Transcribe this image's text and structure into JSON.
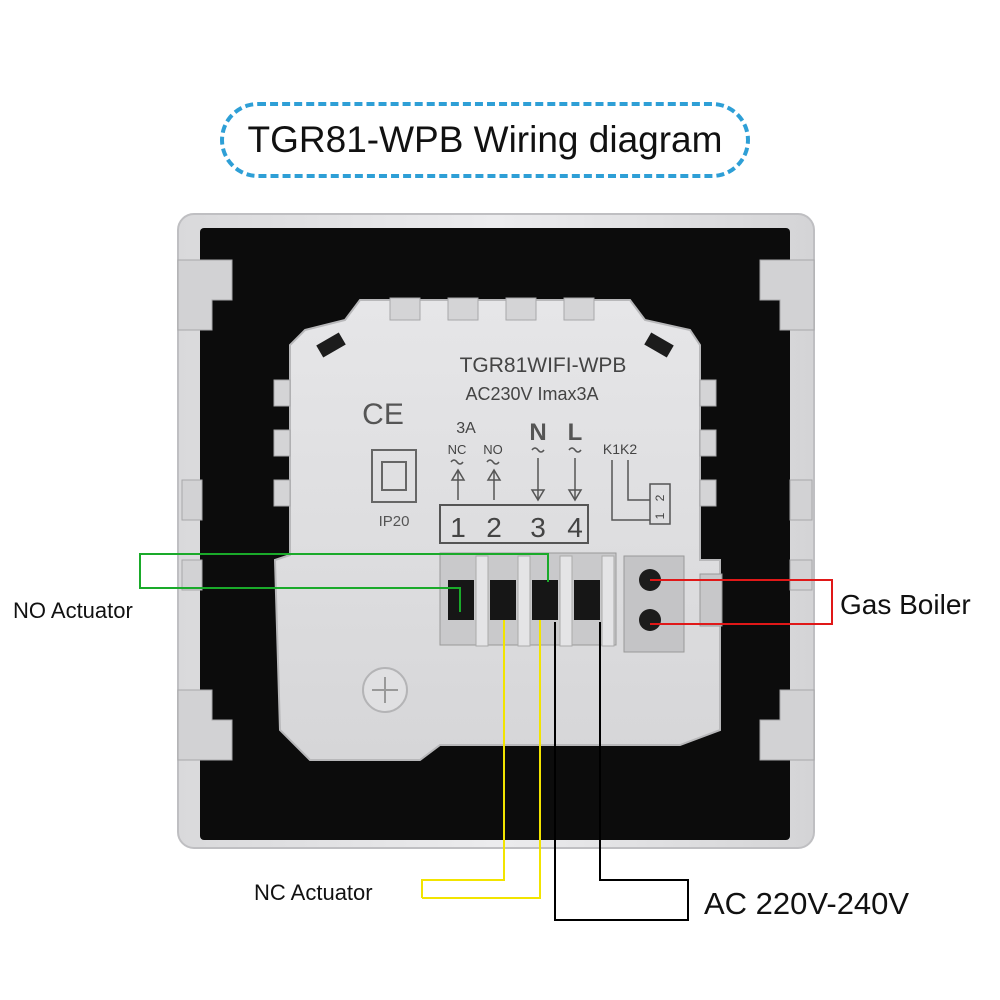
{
  "title": "TGR81-WPB Wiring diagram",
  "module": {
    "model": "TGR81WIFI-WPB",
    "rating": "AC230V Imax3A",
    "ce_mark": "CE",
    "ip_rating": "IP20",
    "current_label": "3A",
    "nc_label": "NC",
    "no_label": "NO",
    "n_label": "N",
    "l_label": "L",
    "k1k2_label": "K1K2",
    "terminals": [
      "1",
      "2",
      "3",
      "4"
    ],
    "k_terminals": [
      "1",
      "2"
    ]
  },
  "labels": {
    "no_actuator": "NO Actuator",
    "nc_actuator": "NC  Actuator",
    "gas_boiler": "Gas Boiler",
    "ac_supply": "AC 220V-240V"
  },
  "colors": {
    "title_border": "#2e9fd6",
    "no_wire": "#1aaa2a",
    "nc_wire": "#f2e400",
    "boiler_wire": "#e01818",
    "ac_wire": "#000000"
  }
}
